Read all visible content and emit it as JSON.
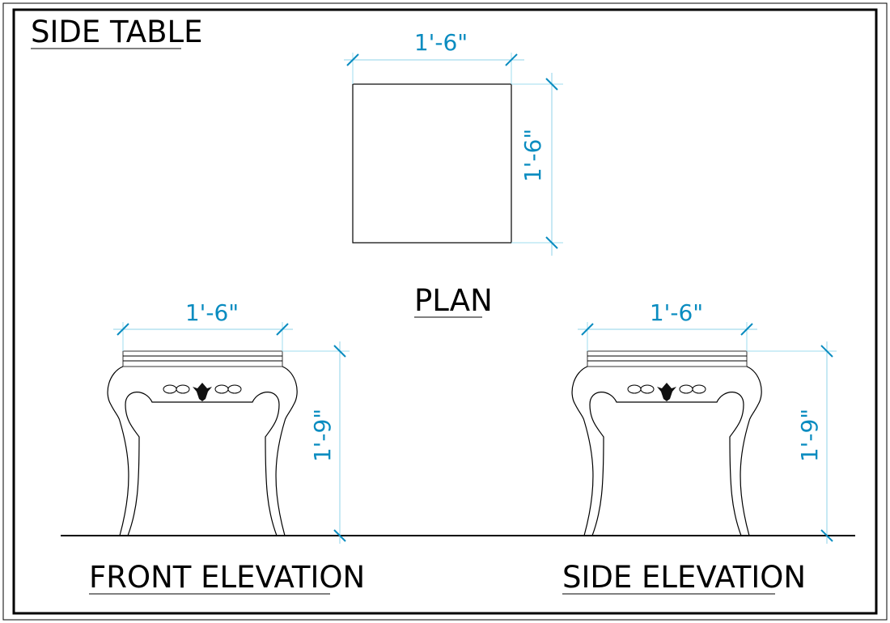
{
  "title": "SIDE TABLE",
  "views": {
    "plan": {
      "label": "PLAN",
      "width_dim": "1'-6\"",
      "depth_dim": "1'-6\""
    },
    "front": {
      "label": "FRONT ELEVATION",
      "width_dim": "1'-6\"",
      "height_dim": "1'-9\""
    },
    "side": {
      "label": "SIDE ELEVATION",
      "width_dim": "1'-6\"",
      "height_dim": "1'-9\""
    }
  },
  "colors": {
    "dimension": "#0a8cc0",
    "extension": "#9fdcef",
    "line": "#000000"
  }
}
